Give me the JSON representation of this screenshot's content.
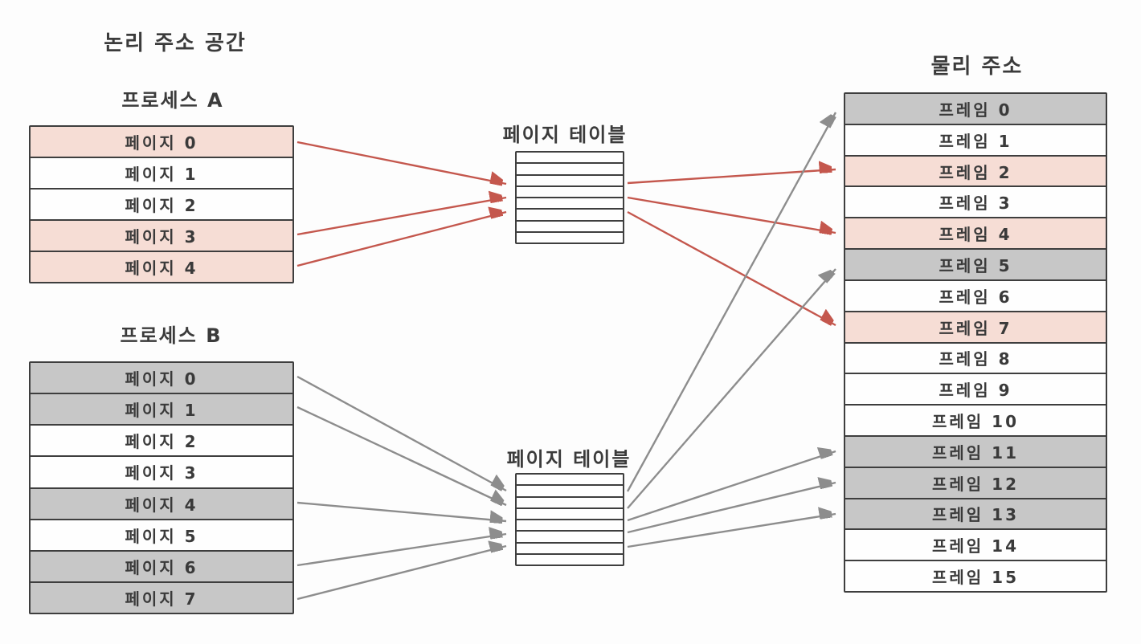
{
  "labels": {
    "logical_address_space": "논리 주소 공간",
    "physical_address": "물리 주소",
    "page_table_top": "페이지 테이블",
    "page_table_bottom": "페이지 테이블"
  },
  "process_a": {
    "title": "프로세스 A",
    "pages": [
      {
        "label": "페이지 0",
        "fill": "pink"
      },
      {
        "label": "페이지 1",
        "fill": "white"
      },
      {
        "label": "페이지 2",
        "fill": "white"
      },
      {
        "label": "페이지 3",
        "fill": "pink"
      },
      {
        "label": "페이지 4",
        "fill": "pink"
      }
    ]
  },
  "process_b": {
    "title": "프로세스 B",
    "pages": [
      {
        "label": "페이지 0",
        "fill": "gray"
      },
      {
        "label": "페이지 1",
        "fill": "gray"
      },
      {
        "label": "페이지 2",
        "fill": "white"
      },
      {
        "label": "페이지 3",
        "fill": "white"
      },
      {
        "label": "페이지 4",
        "fill": "gray"
      },
      {
        "label": "페이지 5",
        "fill": "white"
      },
      {
        "label": "페이지 6",
        "fill": "gray"
      },
      {
        "label": "페이지 7",
        "fill": "gray"
      }
    ]
  },
  "physical_memory": {
    "title": "물리 주소",
    "frames": [
      {
        "label": "프레임 0",
        "fill": "gray"
      },
      {
        "label": "프레임 1",
        "fill": "white"
      },
      {
        "label": "프레임 2",
        "fill": "pink"
      },
      {
        "label": "프레임 3",
        "fill": "white"
      },
      {
        "label": "프레임 4",
        "fill": "pink"
      },
      {
        "label": "프레임 5",
        "fill": "gray"
      },
      {
        "label": "프레임 6",
        "fill": "white"
      },
      {
        "label": "프레임 7",
        "fill": "pink"
      },
      {
        "label": "프레임 8",
        "fill": "white"
      },
      {
        "label": "프레임 9",
        "fill": "white"
      },
      {
        "label": "프레임 10",
        "fill": "white"
      },
      {
        "label": "프레임 11",
        "fill": "gray"
      },
      {
        "label": "프레임 12",
        "fill": "gray"
      },
      {
        "label": "프레임 13",
        "fill": "gray"
      },
      {
        "label": "프레임 14",
        "fill": "white"
      },
      {
        "label": "프레임 15",
        "fill": "white"
      }
    ]
  },
  "mappings": {
    "process_a": [
      {
        "page": "페이지 0",
        "frame": "프레임 2"
      },
      {
        "page": "페이지 3",
        "frame": "프레임 4"
      },
      {
        "page": "페이지 4",
        "frame": "프레임 7"
      }
    ],
    "process_b": [
      {
        "page": "페이지 0",
        "frame": "프레임 0"
      },
      {
        "page": "페이지 1",
        "frame": "프레임 5"
      },
      {
        "page": "페이지 4",
        "frame": "프레임 11"
      },
      {
        "page": "페이지 6",
        "frame": "프레임 12"
      },
      {
        "page": "페이지 7",
        "frame": "프레임 13"
      }
    ]
  },
  "colors": {
    "page-pink": "#f6ddd5",
    "page-gray": "#c7c7c7",
    "arrow-red": "#c4574d",
    "arrow-gray": "#8d8d8d",
    "line-dark": "#3e3e3e",
    "background": "#fdfdfd"
  }
}
